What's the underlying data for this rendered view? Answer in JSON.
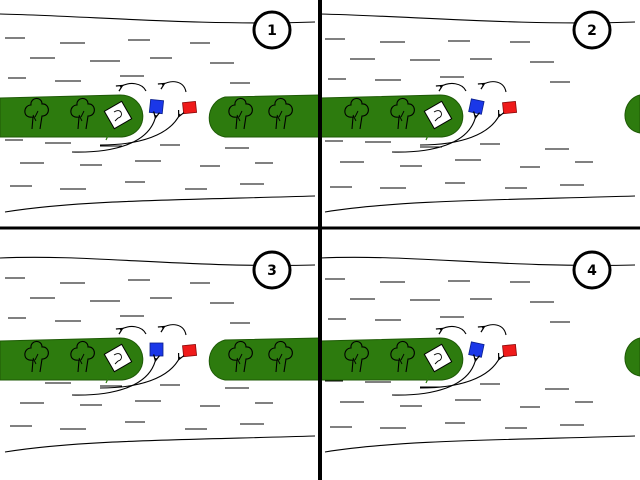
{
  "panels": [
    {
      "number": "1",
      "blue_flag": "left-tilt",
      "far_island_visible": "full",
      "island_shape": "straight"
    },
    {
      "number": "2",
      "blue_flag": "tilted",
      "far_island_visible": "edge",
      "island_shape": "straight"
    },
    {
      "number": "3",
      "blue_flag": "upright",
      "far_island_visible": "full",
      "island_shape": "curved"
    },
    {
      "number": "4",
      "blue_flag": "tilted",
      "far_island_visible": "edge",
      "island_shape": "curved"
    }
  ],
  "colors": {
    "island": "#2d7b0e",
    "blue_marker": "#1a37e8",
    "red_marker": "#ef1a1a",
    "ink": "#000000",
    "background": "#ffffff"
  },
  "icons": {
    "tree": "tree-icon",
    "buoy_blue": "blue-flag-icon",
    "buoy_red": "red-flag-icon",
    "sign": "sign-icon",
    "arrow": "curved-arrow-icon"
  }
}
